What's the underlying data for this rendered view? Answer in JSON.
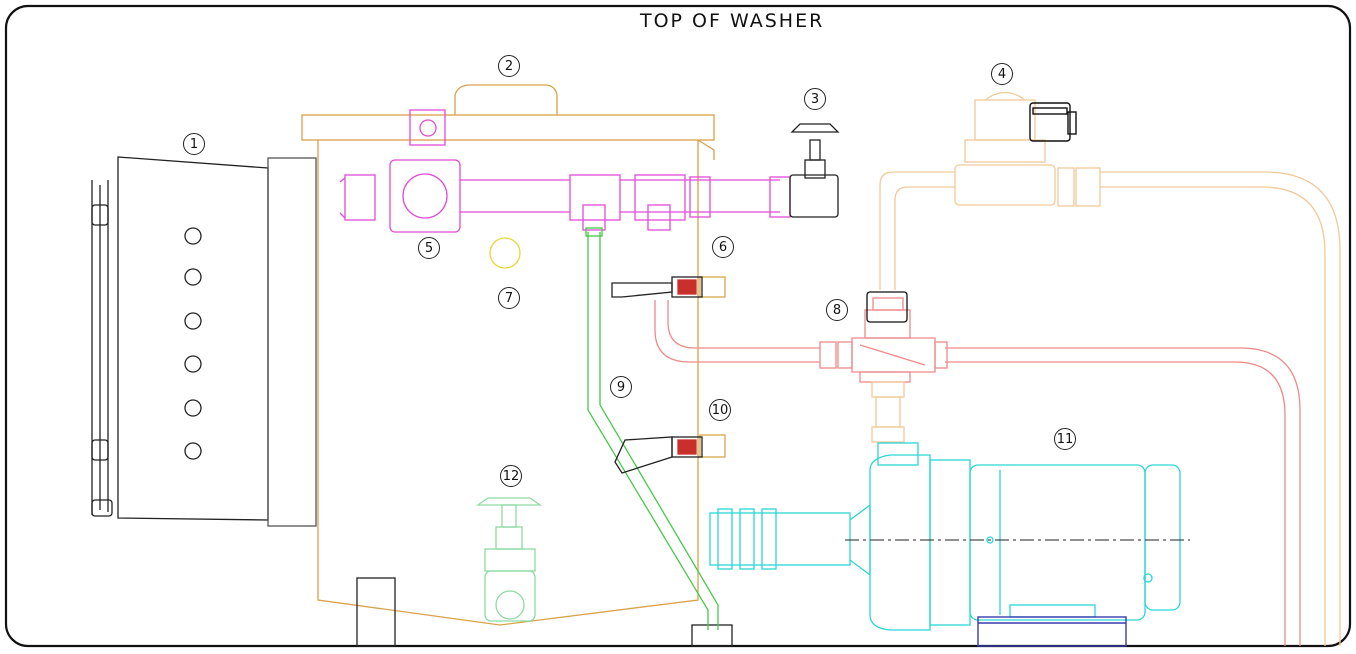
{
  "title": "TOP OF WASHER",
  "callouts": [
    {
      "label": "1",
      "part": "control-panel"
    },
    {
      "label": "2",
      "part": "tank-lid-handle"
    },
    {
      "label": "3",
      "part": "drain-globe-valve"
    },
    {
      "label": "4",
      "part": "solenoid-valve"
    },
    {
      "label": "5",
      "part": "heater-element-head"
    },
    {
      "label": "6",
      "part": "upper-float-switch"
    },
    {
      "label": "7",
      "part": "tank-port"
    },
    {
      "label": "8",
      "part": "pressure-solenoid-valve"
    },
    {
      "label": "9",
      "part": "suction-tube"
    },
    {
      "label": "10",
      "part": "lower-float-switch"
    },
    {
      "label": "11",
      "part": "pump-motor"
    },
    {
      "label": "12",
      "part": "tank-drain-valve"
    }
  ],
  "colors": {
    "outline": "#222222",
    "tank": "#d9a24a",
    "manifold": "#e24ad8",
    "supply_pipe": "#f2c99a",
    "pressure_pipe": "#ee8a8a",
    "suction_tube": "#46c84a",
    "pump": "#2ad6d6",
    "drain_valve": "#8fd9a5",
    "motor_base": "#3a3ab0",
    "float": "#d8a64a",
    "port": "#e8d83a"
  }
}
